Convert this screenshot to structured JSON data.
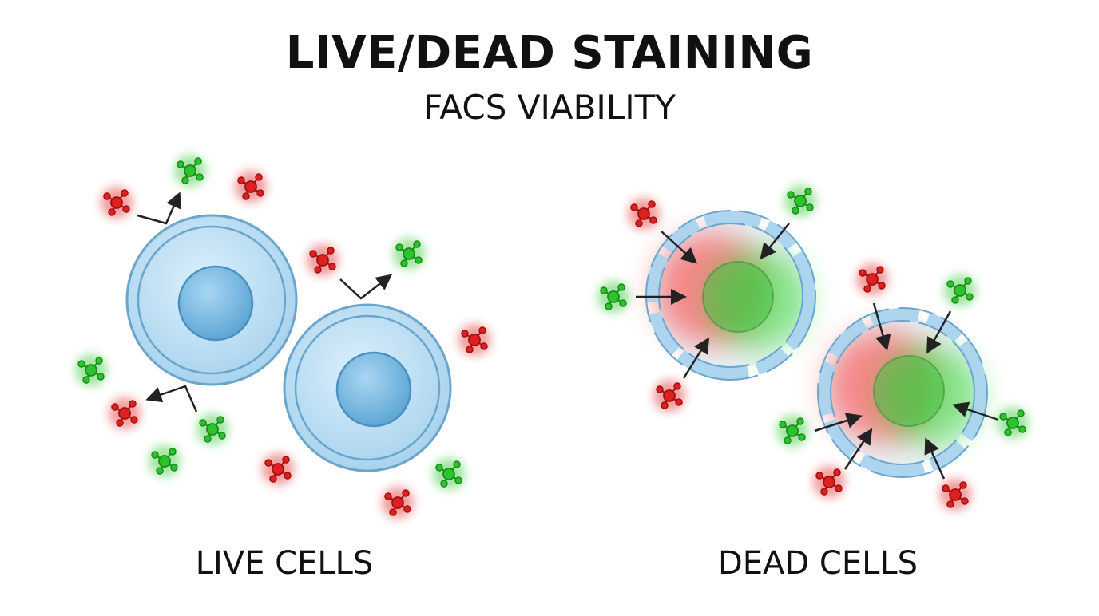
{
  "header": {
    "title": "LIVE/DEAD STAINING",
    "subtitle": "FACS VIABILITY"
  },
  "panels": {
    "live": {
      "label": "LIVE CELLS"
    },
    "dead": {
      "label": "DEAD CELLS"
    }
  },
  "icons": {
    "live_cell": "intact-cell-icon",
    "dead_cell": "ruptured-cell-icon",
    "red_dye": "red-dye-molecule-icon",
    "green_dye": "green-dye-molecule-icon",
    "arrow": "arrow-icon"
  },
  "colors": {
    "red_dye": "#e02020",
    "green_dye": "#2cc42c",
    "cell_fill": "#bfe0f4",
    "cell_outline": "#6aa6cc",
    "nucleus": "#7fbde3",
    "text": "#111111"
  }
}
